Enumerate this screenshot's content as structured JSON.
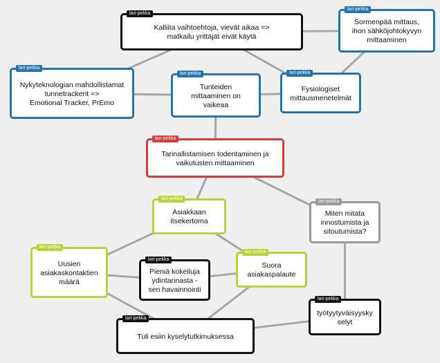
{
  "diagram": {
    "nodes": [
      {
        "id": "n-top",
        "tag": "lari-pekka",
        "text": "Kalliita vaihtoehtoja, vievät aikaa =>\nmatkailu yrittäjät eivät käytä",
        "color": "#111111"
      },
      {
        "id": "n-sorme",
        "tag": "lari-pekka",
        "text": "Sormenpää mittaus,\nihon sähköjohtokyvyn\nmittaaminen",
        "color": "#2473b0"
      },
      {
        "id": "n-nyky",
        "tag": "lari-pekka",
        "text": "Nykyteknologian mahdollistamat\ntunnetrackerit =>\nEmotional Tracker, PrEmo",
        "color": "#2473b0"
      },
      {
        "id": "n-tunteiden",
        "tag": "lari-pekka",
        "text": "Tunteiden\nmittaaminen on\nvaikeaa",
        "color": "#2473b0"
      },
      {
        "id": "n-fysio",
        "tag": "lari-pekka",
        "text": "Fysiologiset\nmittausmenetelmät",
        "color": "#2473b0"
      },
      {
        "id": "n-tarina",
        "tag": "lari-pekka",
        "text": "Tarinallistamisen todentaminen ja\nvaikutusten mittaaminen",
        "color": "#d23c3c"
      },
      {
        "id": "n-asiakkaan",
        "tag": "lari-pekka",
        "text": "Asiakkaan\nitsekertoma",
        "color": "#b7d335"
      },
      {
        "id": "n-miten",
        "tag": "lari-pekka",
        "text": "Miten mitata\ninnostumista ja\nsitoutumista?",
        "color": "#9a9a9a"
      },
      {
        "id": "n-uusien",
        "tag": "lari-pekka",
        "text": "Uusien\nasiakaskontaktien\nmäärä",
        "color": "#b7d335"
      },
      {
        "id": "n-suora",
        "tag": "lari-pekka",
        "text": "Suora\nasiakaspalaute",
        "color": "#b7d335"
      },
      {
        "id": "n-pienia",
        "tag": "lari-pekka",
        "text": "Pieniä kokeiluja\nydintarinasta -\nsen havainnointi",
        "color": "#111111"
      },
      {
        "id": "n-tyoty",
        "tag": "lari-pekka",
        "text": "työtyytyväisyysky\nselyt",
        "color": "#111111"
      },
      {
        "id": "n-tuli",
        "tag": "lari-pekka",
        "text": "Tuli esiin kyselytutkimuksessa",
        "color": "#111111"
      }
    ],
    "edges": [
      [
        "n-top",
        "n-sorme"
      ],
      [
        "n-top",
        "n-nyky"
      ],
      [
        "n-top",
        "n-fysio"
      ],
      [
        "n-tunteiden",
        "n-nyky"
      ],
      [
        "n-tunteiden",
        "n-fysio"
      ],
      [
        "n-tunteiden",
        "n-tarina"
      ],
      [
        "n-sorme",
        "n-fysio"
      ],
      [
        "n-tarina",
        "n-asiakkaan"
      ],
      [
        "n-tarina",
        "n-miten"
      ],
      [
        "n-asiakkaan",
        "n-uusien"
      ],
      [
        "n-asiakkaan",
        "n-suora"
      ],
      [
        "n-uusien",
        "n-pienia"
      ],
      [
        "n-uusien",
        "n-tuli"
      ],
      [
        "n-suora",
        "n-pienia"
      ],
      [
        "n-suora",
        "n-tuli"
      ],
      [
        "n-miten",
        "n-tyoty"
      ],
      [
        "n-tyoty",
        "n-tuli"
      ]
    ]
  }
}
